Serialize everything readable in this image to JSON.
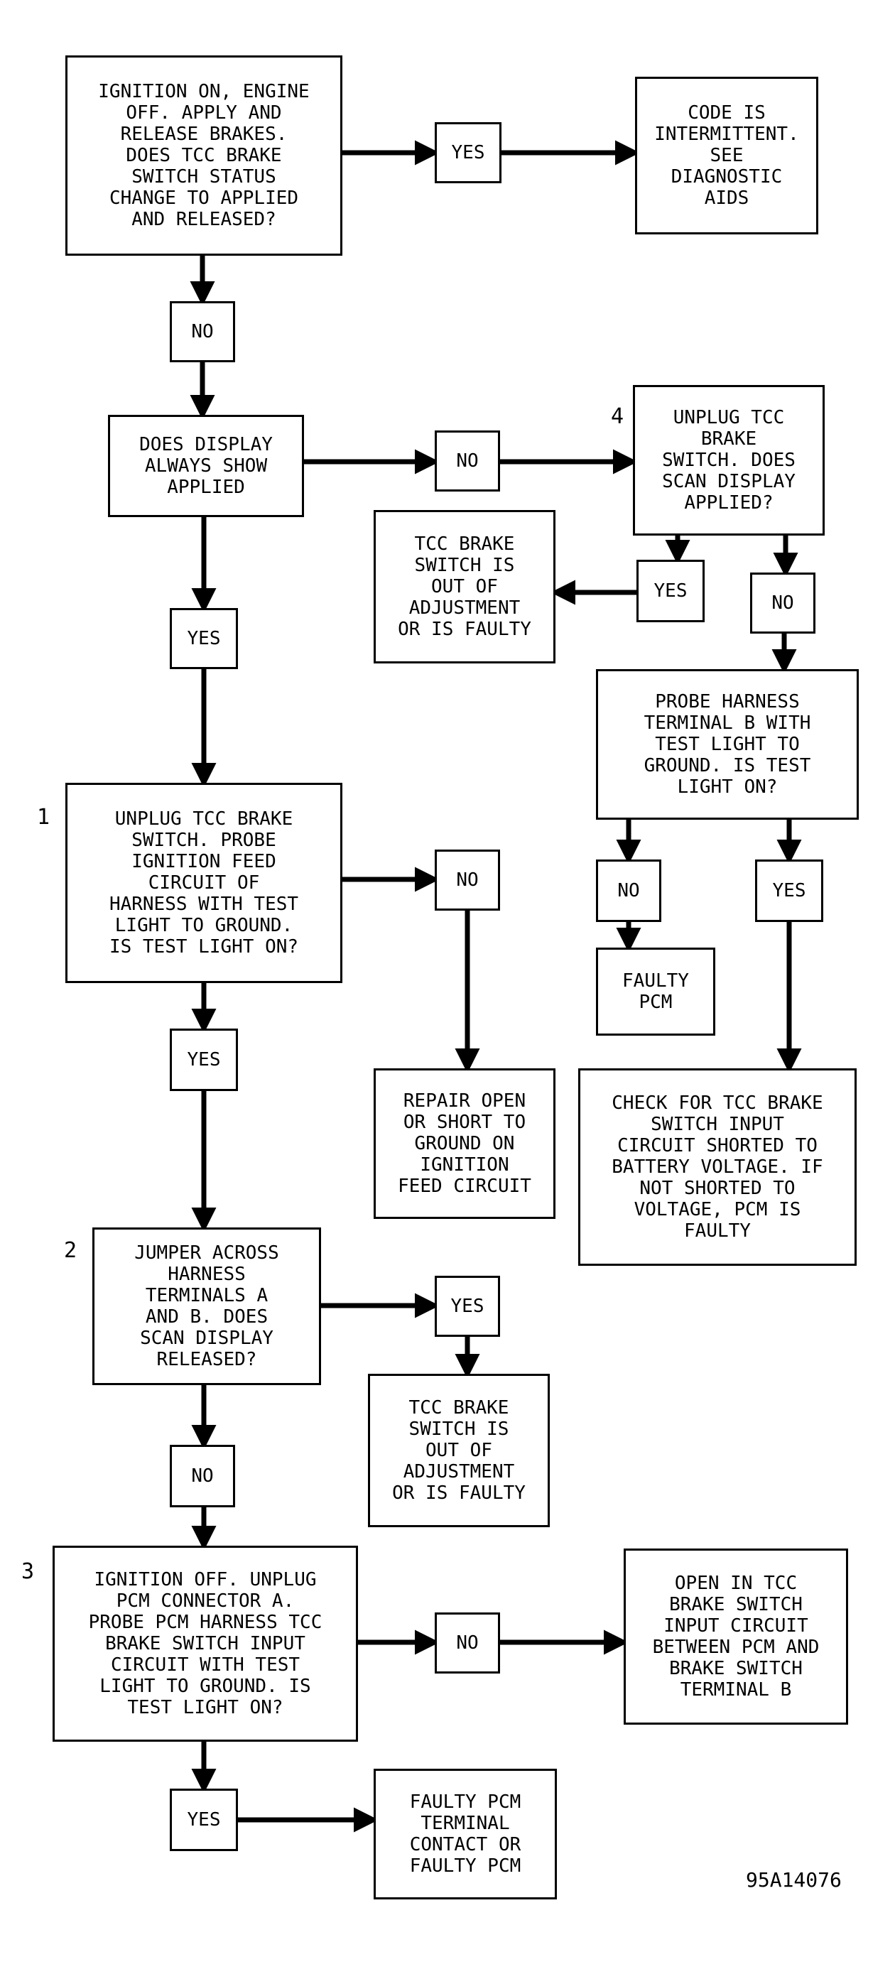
{
  "flowchart": {
    "nodes": {
      "q_status_change": "IGNITION ON, ENGINE\nOFF. APPLY AND\nRELEASE BRAKES.\nDOES TCC BRAKE\nSWITCH STATUS\nCHANGE TO APPLIED\nAND RELEASED?",
      "yes_1": "YES",
      "r_intermittent": "CODE IS\nINTERMITTENT.\nSEE\nDIAGNOSTIC\nAIDS",
      "no_1": "NO",
      "q_always_applied": "DOES DISPLAY\nALWAYS SHOW\nAPPLIED",
      "no_2": "NO",
      "q_unplug_scan": "UNPLUG TCC\nBRAKE\nSWITCH. DOES\nSCAN DISPLAY\nAPPLIED?",
      "r_switch_adjust_1": "TCC BRAKE\nSWITCH IS\nOUT OF\nADJUSTMENT\nOR IS FAULTY",
      "yes_2": "YES",
      "no_3": "NO",
      "yes_3": "YES",
      "q_probe_b": "PROBE HARNESS\nTERMINAL B WITH\nTEST LIGHT TO\nGROUND. IS TEST\nLIGHT ON?",
      "q_probe_ignition": "UNPLUG TCC BRAKE\nSWITCH. PROBE\nIGNITION FEED\nCIRCUIT OF\nHARNESS WITH TEST\nLIGHT TO GROUND.\nIS TEST LIGHT ON?",
      "no_4": "NO",
      "no_5": "NO",
      "yes_4": "YES",
      "r_faulty_pcm": "FAULTY\nPCM",
      "yes_5": "YES",
      "r_repair_open": "REPAIR OPEN\nOR SHORT TO\nGROUND ON\nIGNITION\nFEED CIRCUIT",
      "r_check_short": "CHECK FOR TCC BRAKE\nSWITCH INPUT\nCIRCUIT SHORTED TO\nBATTERY VOLTAGE. IF\nNOT SHORTED TO\nVOLTAGE, PCM IS\nFAULTY",
      "q_jumper": "JUMPER ACROSS\nHARNESS\nTERMINALS A\nAND B. DOES\nSCAN DISPLAY\nRELEASED?",
      "yes_6": "YES",
      "r_switch_adjust_2": "TCC BRAKE\nSWITCH IS\nOUT OF\nADJUSTMENT\nOR IS FAULTY",
      "no_6": "NO",
      "q_pcm_connector": "IGNITION OFF. UNPLUG\nPCM CONNECTOR A.\nPROBE PCM HARNESS TCC\nBRAKE SWITCH INPUT\nCIRCUIT WITH TEST\nLIGHT TO GROUND. IS\nTEST LIGHT ON?",
      "no_7": "NO",
      "r_open_input": "OPEN IN TCC\nBRAKE SWITCH\nINPUT CIRCUIT\nBETWEEN PCM AND\nBRAKE SWITCH\nTERMINAL B",
      "yes_7": "YES",
      "r_faulty_terminal": "FAULTY PCM\nTERMINAL\nCONTACT OR\nFAULTY PCM"
    },
    "step_labels": {
      "step_1": "1",
      "step_2": "2",
      "step_3": "3",
      "step_4": "4"
    },
    "figure_id": "95A14076"
  }
}
